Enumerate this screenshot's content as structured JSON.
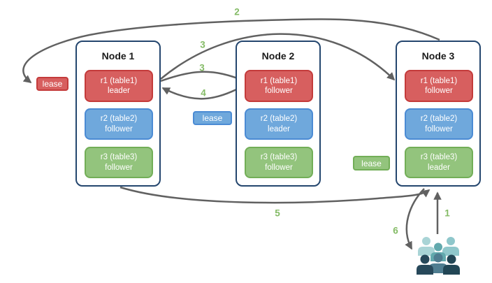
{
  "diagram": {
    "nodes": [
      {
        "title": "Node 1",
        "replicas": [
          {
            "name": "r1 (table1)",
            "role": "leader",
            "color": "red"
          },
          {
            "name": "r2 (table2)",
            "role": "follower",
            "color": "blue"
          },
          {
            "name": "r3 (table3)",
            "role": "follower",
            "color": "green"
          }
        ]
      },
      {
        "title": "Node 2",
        "replicas": [
          {
            "name": "r1 (table1)",
            "role": "follower",
            "color": "red"
          },
          {
            "name": "r2 (table2)",
            "role": "leader",
            "color": "blue"
          },
          {
            "name": "r3 (table3)",
            "role": "follower",
            "color": "green"
          }
        ]
      },
      {
        "title": "Node 3",
        "replicas": [
          {
            "name": "r1 (table1)",
            "role": "follower",
            "color": "red"
          },
          {
            "name": "r2 (table2)",
            "role": "follower",
            "color": "blue"
          },
          {
            "name": "r3 (table3)",
            "role": "leader",
            "color": "green"
          }
        ]
      }
    ],
    "leases": [
      {
        "label": "lease",
        "color": "red"
      },
      {
        "label": "lease",
        "color": "blue"
      },
      {
        "label": "lease",
        "color": "green"
      }
    ],
    "steps": [
      {
        "text": "1"
      },
      {
        "text": "2"
      },
      {
        "text": "3"
      },
      {
        "text": "3"
      },
      {
        "text": "4"
      },
      {
        "text": "5"
      },
      {
        "text": "6"
      }
    ],
    "icons": {
      "user_group": "user-group-icon"
    },
    "colors": {
      "red_fill": "#d75f5f",
      "red_border": "#c43b3b",
      "blue_fill": "#6fa8dc",
      "blue_border": "#4b8bd4",
      "green_fill": "#93c47d",
      "green_border": "#72ae57",
      "node_border": "#24466e",
      "arrow": "#616161",
      "step_label": "#84bb66",
      "people_light": "#a9d4d6",
      "people_medium": "#62a9ad",
      "people_slate": "#4f7d90",
      "people_dark": "#27485a"
    }
  }
}
